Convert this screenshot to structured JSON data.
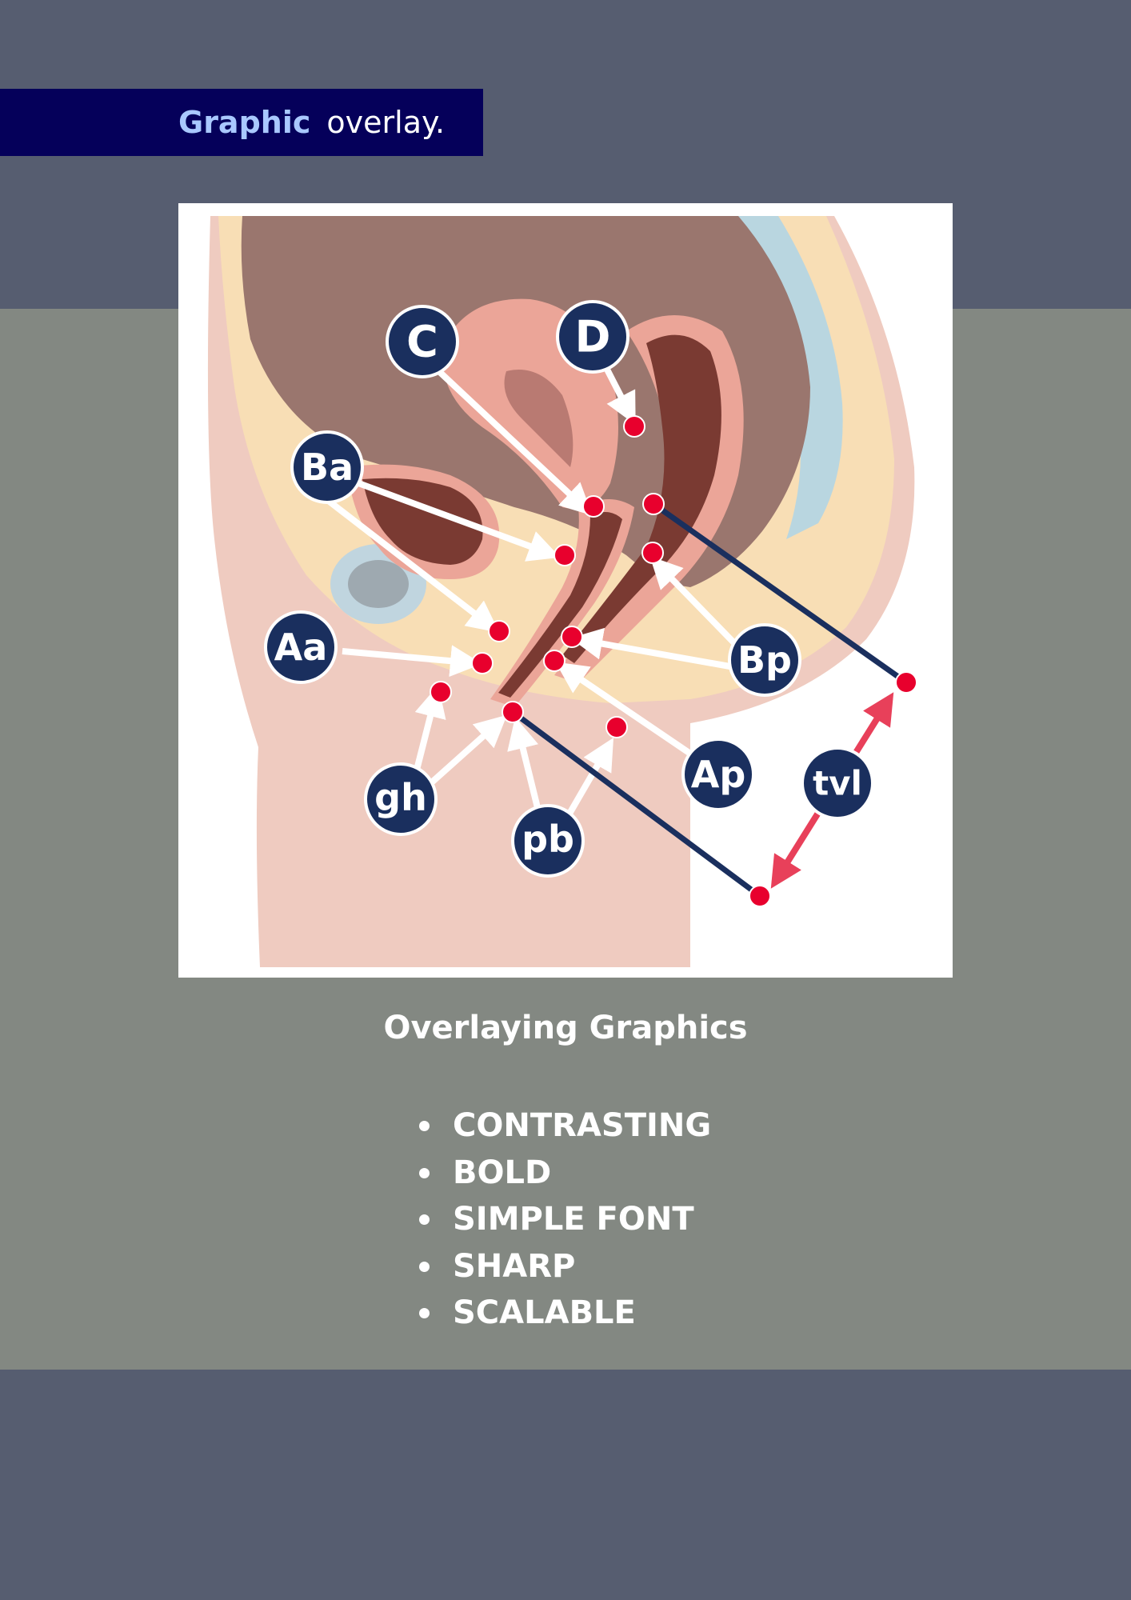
{
  "header": {
    "title_strong": "Graphic",
    "title_rest": "overlay."
  },
  "figure": {
    "labels": [
      "C",
      "D",
      "Ba",
      "Aa",
      "Bp",
      "Ap",
      "tvl",
      "gh",
      "pb"
    ],
    "colors": {
      "label_fill": "#1a2f5e",
      "marker": "#e8002d",
      "arrow": "#ffffff",
      "measure_line": "#1a2f5e",
      "tvl_arrow": "#e8405a"
    }
  },
  "caption": {
    "title": "Overlaying Graphics",
    "features": [
      "CONTRASTING",
      "BOLD",
      "SIMPLE FONT",
      "SHARP",
      "SCALABLE"
    ]
  },
  "colors": {
    "title_bar": "#05005a",
    "title_accent": "#a9c8ff",
    "band_dark": "#565d70",
    "band_mid": "#838882"
  }
}
